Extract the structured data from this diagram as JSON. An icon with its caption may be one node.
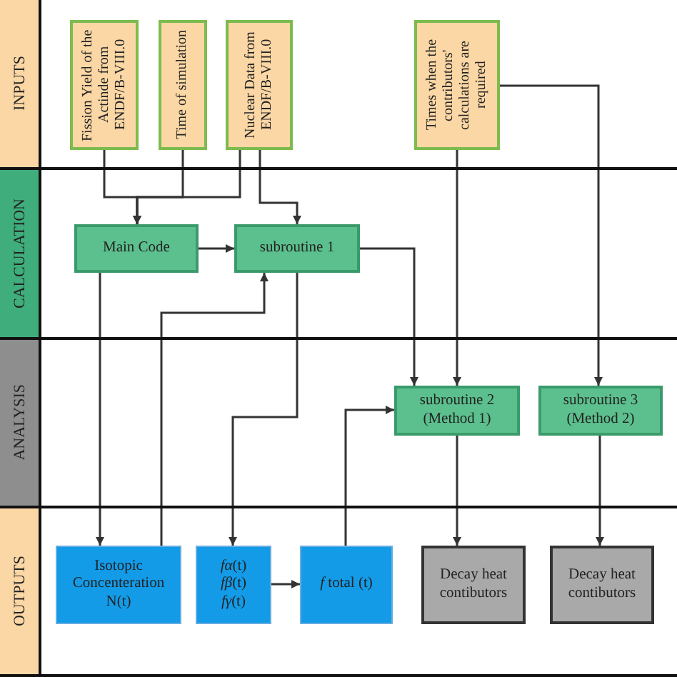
{
  "diagram": {
    "nodes": [
      {
        "text": [
          "INPUTS"
        ]
      },
      {
        "text": [
          "CALCULATION"
        ]
      },
      {
        "text": [
          "ANALYSIS"
        ]
      },
      {
        "text": [
          "OUTPUTS"
        ]
      },
      {
        "text": [
          "Fission Yield of the Actinde from ENDF/B-VIII.0"
        ],
        "in": 0
      },
      {
        "text": [
          "Time of simulation"
        ],
        "in": 0
      },
      {
        "text": [
          "Nuclear Data from ENDF/B-VIII.0"
        ],
        "in": 0
      },
      {
        "text": [
          "Times when the contributors' calculations are required"
        ],
        "in": 0
      },
      {
        "text": [
          "Main Code"
        ],
        "in": 1
      },
      {
        "text": [
          "subroutine 1"
        ],
        "in": 1
      },
      {
        "text": [
          "subroutine 2 (Method 1)"
        ],
        "in": 2
      },
      {
        "text": [
          "subroutine 3 (Method 2)"
        ],
        "in": 2
      },
      {
        "text": [
          "Isotopic Concenteration N(t)"
        ],
        "in": 3
      },
      {
        "text": [
          "*fα*(t)",
          "*fβ*(t)",
          "*fγ*(t)"
        ],
        "in": 3
      },
      {
        "text": [
          "*f* total (t)"
        ],
        "in": 3
      },
      {
        "text": [
          "Decay heat contibutors"
        ],
        "in": 3
      },
      {
        "text": [
          "Decay heat contibutors"
        ],
        "in": 3
      }
    ],
    "edges": [
      {
        "from": 4,
        "to": 8,
        "arrow": "to"
      },
      {
        "from": 5,
        "to": 8,
        "arrow": "to"
      },
      {
        "from": 6,
        "to": 8,
        "arrow": "to"
      },
      {
        "from": 6,
        "to": 9,
        "arrow": "to"
      },
      {
        "from": 8,
        "to": 9,
        "arrow": "to"
      },
      {
        "from": 9,
        "to": 10,
        "arrow": "to"
      },
      {
        "from": 7,
        "to": 10,
        "arrow": "to"
      },
      {
        "from": 7,
        "to": 11,
        "arrow": "to"
      },
      {
        "from": 8,
        "to": 12,
        "arrow": "to"
      },
      {
        "from": 12,
        "to": 9,
        "arrow": "to"
      },
      {
        "from": 9,
        "to": 13,
        "arrow": "to"
      },
      {
        "from": 13,
        "to": 14,
        "arrow": "to"
      },
      {
        "from": 14,
        "to": 10,
        "arrow": "to"
      },
      {
        "from": 10,
        "to": 15,
        "arrow": "to"
      },
      {
        "from": 11,
        "to": 16,
        "arrow": "to"
      }
    ]
  }
}
